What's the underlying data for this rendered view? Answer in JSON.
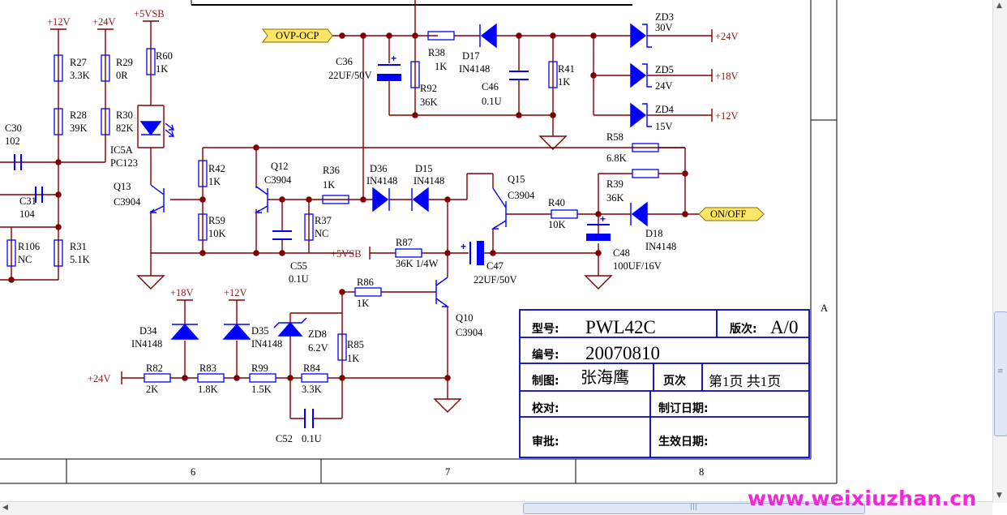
{
  "sheet": {
    "zone_columns": [
      "6",
      "7",
      "8"
    ],
    "zone_row": "A",
    "title_block": {
      "model_label": "型号:",
      "model_value": "PWL42C",
      "rev_label": "版次:",
      "rev_value": "A/0",
      "number_label": "编号:",
      "number_value": "20070810",
      "drawn_label": "制图:",
      "drawn_value": "张海鹰",
      "page_label": "页次",
      "page_value": "第1页 共1页",
      "check_label": "校对:",
      "revise_date_label": "制订日期:",
      "approve_label": "审批:",
      "effective_date_label": "生效日期:"
    }
  },
  "schematic": {
    "rails": {
      "p12v_top": "+12V",
      "p24v_top": "+24V",
      "p5vsb_top": "+5VSB",
      "out_24v": "+24V",
      "out_18v": "+18V",
      "out_12v": "+12V",
      "p5vsb_mid": "+5VSB",
      "p18v_bot": "+18V",
      "p12v_bot": "+12V",
      "p24v_bot": "+24V"
    },
    "ports": {
      "ovp_ocp": "OVP-OCP",
      "on_off": "ON/OFF"
    },
    "components": {
      "r27": [
        "R27",
        "3.3K"
      ],
      "r29": [
        "R29",
        "0R"
      ],
      "r60": [
        "R60",
        "1K"
      ],
      "r28": [
        "R28",
        "39K"
      ],
      "r30": [
        "R30",
        "82K"
      ],
      "ic5a": [
        "IC5A",
        "PC123"
      ],
      "c30": [
        "C30",
        "102"
      ],
      "c31": [
        "C31",
        "104"
      ],
      "r106": [
        "R106",
        "NC"
      ],
      "r31": [
        "R31",
        "5.1K"
      ],
      "q13": [
        "Q13",
        "C3904"
      ],
      "r42": [
        "R42",
        "1K"
      ],
      "r59": [
        "R59",
        "10K"
      ],
      "q12": [
        "Q12",
        "C3904"
      ],
      "r37": [
        "R37",
        "NC"
      ],
      "c55": [
        "C55",
        "0.1U"
      ],
      "r36": [
        "R36",
        "1K"
      ],
      "d36": [
        "D36",
        "IN4148"
      ],
      "d15": [
        "D15",
        "IN4148"
      ],
      "c36": [
        "C36",
        "22UF/50V"
      ],
      "r38": [
        "R38",
        "1K"
      ],
      "r92": [
        "R92",
        "36K"
      ],
      "d17": [
        "D17",
        "IN4148"
      ],
      "c46": [
        "C46",
        "0.1U"
      ],
      "r41": [
        "R41",
        "1K"
      ],
      "zd3": [
        "ZD3",
        "30V"
      ],
      "zd5": [
        "ZD5",
        "24V"
      ],
      "zd4": [
        "ZD4",
        "15V"
      ],
      "r58": [
        "R58",
        "6.8K"
      ],
      "r39": [
        "R39",
        "36K"
      ],
      "q15": [
        "Q15",
        "C3904"
      ],
      "r40": [
        "R40",
        "10K"
      ],
      "d18": [
        "D18",
        "IN4148"
      ],
      "c48": [
        "C48",
        "100UF/16V"
      ],
      "r87": [
        "R87",
        "36K 1/4W"
      ],
      "c47": [
        "C47",
        "22UF/50V"
      ],
      "r86": [
        "R86",
        "1K"
      ],
      "q10": [
        "Q10",
        "C3904"
      ],
      "zd8": [
        "ZD8",
        "6.2V"
      ],
      "r85": [
        "R85",
        "1K"
      ],
      "d34": [
        "D34",
        "IN4148"
      ],
      "d35": [
        "D35",
        "IN4148"
      ],
      "r82": [
        "R82",
        "2K"
      ],
      "r83": [
        "R83",
        "1.8K"
      ],
      "r99": [
        "R99",
        "1.5K"
      ],
      "r84": [
        "R84",
        "3.3K"
      ],
      "c52": [
        "C52",
        "0.1U"
      ]
    }
  },
  "watermark": "www.weixiuzhan.cn",
  "colors": {
    "wire": "#800000",
    "component": "#0000ff",
    "power_label": "#8b1a1a",
    "port_fill": "#ffe566",
    "watermark": "#f027d6"
  }
}
